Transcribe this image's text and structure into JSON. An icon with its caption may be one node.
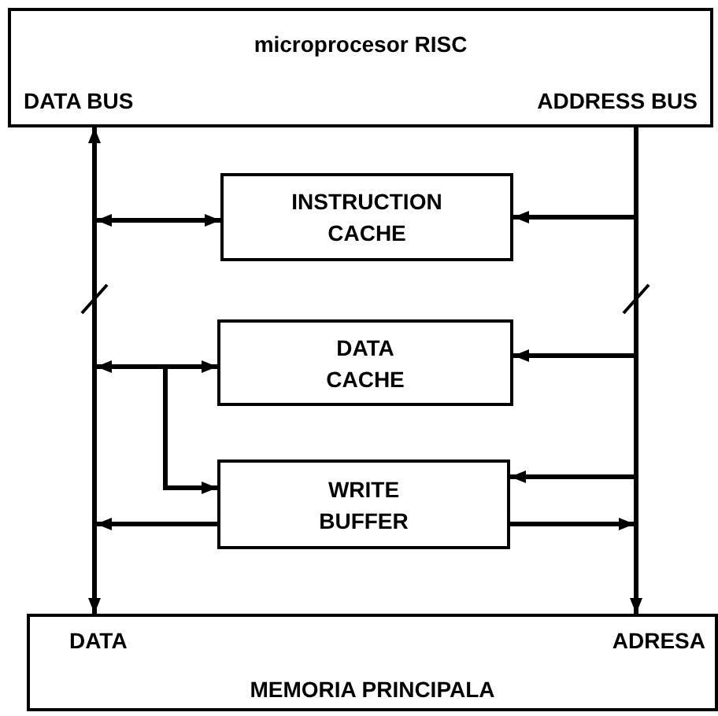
{
  "diagram": {
    "nodes": [
      {
        "text": [
          "microprocesor RISC",
          "DATA BUS",
          "ADDRESS BUS"
        ]
      },
      {
        "text": [
          "INSTRUCTION CACHE"
        ]
      },
      {
        "text": [
          "DATA CACHE"
        ]
      },
      {
        "text": [
          "WRITE BUFFER"
        ]
      },
      {
        "text": [
          "DATA",
          "ADRESA",
          "MEMORIA PRINCIPALA"
        ]
      }
    ],
    "edges": [
      {
        "from": 0,
        "to": 4,
        "arrow": "both"
      },
      {
        "from": 0,
        "to": 4,
        "arrow": "to"
      },
      {
        "from": 1,
        "to": null,
        "arrow": "both"
      },
      {
        "from": null,
        "to": 1,
        "arrow": "to"
      },
      {
        "from": 2,
        "to": null,
        "arrow": "both"
      },
      {
        "from": null,
        "to": 2,
        "arrow": "to"
      },
      {
        "from": null,
        "to": 3,
        "arrow": "to"
      },
      {
        "from": 3,
        "to": null,
        "arrow": "to"
      },
      {
        "from": null,
        "to": 3,
        "arrow": "to"
      },
      {
        "from": 3,
        "to": null,
        "arrow": "to"
      }
    ]
  }
}
